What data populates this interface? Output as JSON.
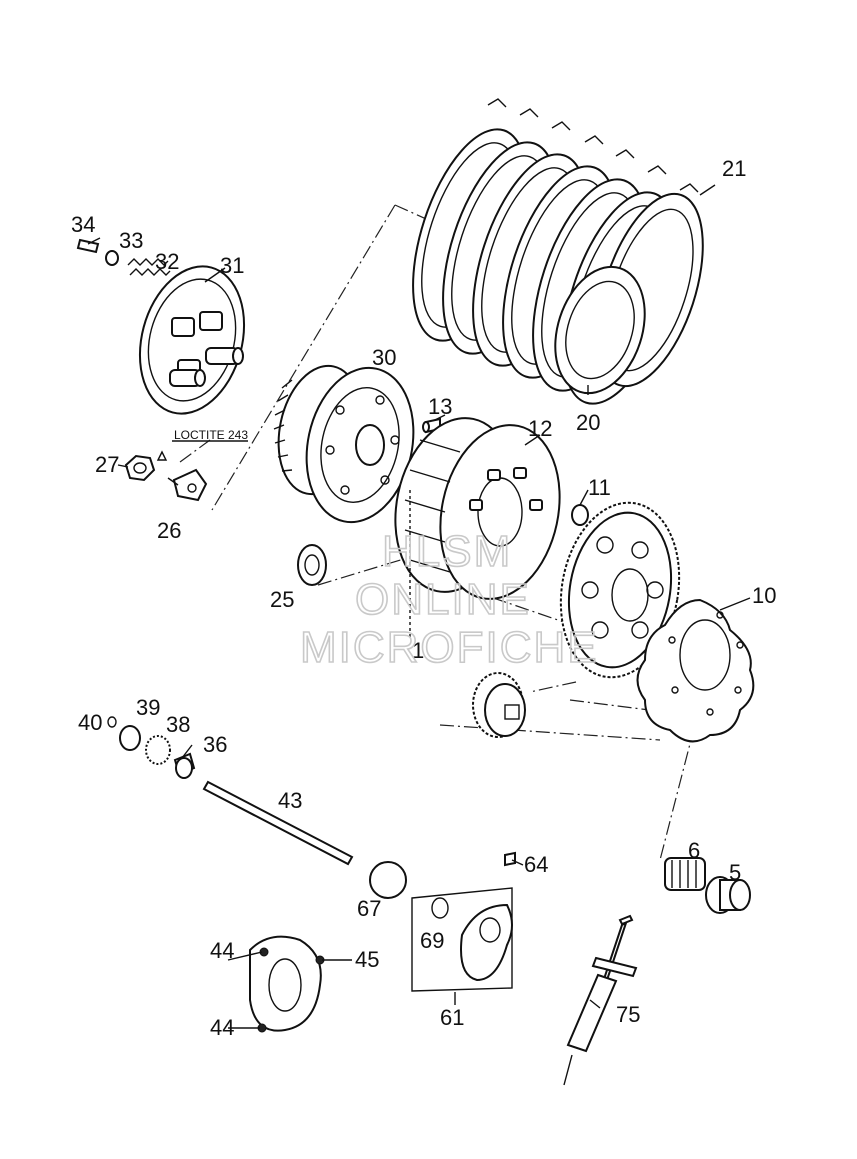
{
  "labels": {
    "p1": "1",
    "p5": "5",
    "p6": "6",
    "p10": "10",
    "p11": "11",
    "p12": "12",
    "p13": "13",
    "p20": "20",
    "p21": "21",
    "p25": "25",
    "p26": "26",
    "p27": "27",
    "p30": "30",
    "p31": "31",
    "p32": "32",
    "p33": "33",
    "p34": "34",
    "p36": "36",
    "p38": "38",
    "p39": "39",
    "p40": "40",
    "p43": "43",
    "p44a": "44",
    "p44b": "44",
    "p45": "45",
    "p61": "61",
    "p64": "64",
    "p67": "67",
    "p69": "69",
    "p75": "75"
  },
  "note": "LOCTITE 243",
  "watermark": {
    "line1": "HLSM",
    "line2": "ONLINE",
    "line3": "MICROFICHE"
  }
}
